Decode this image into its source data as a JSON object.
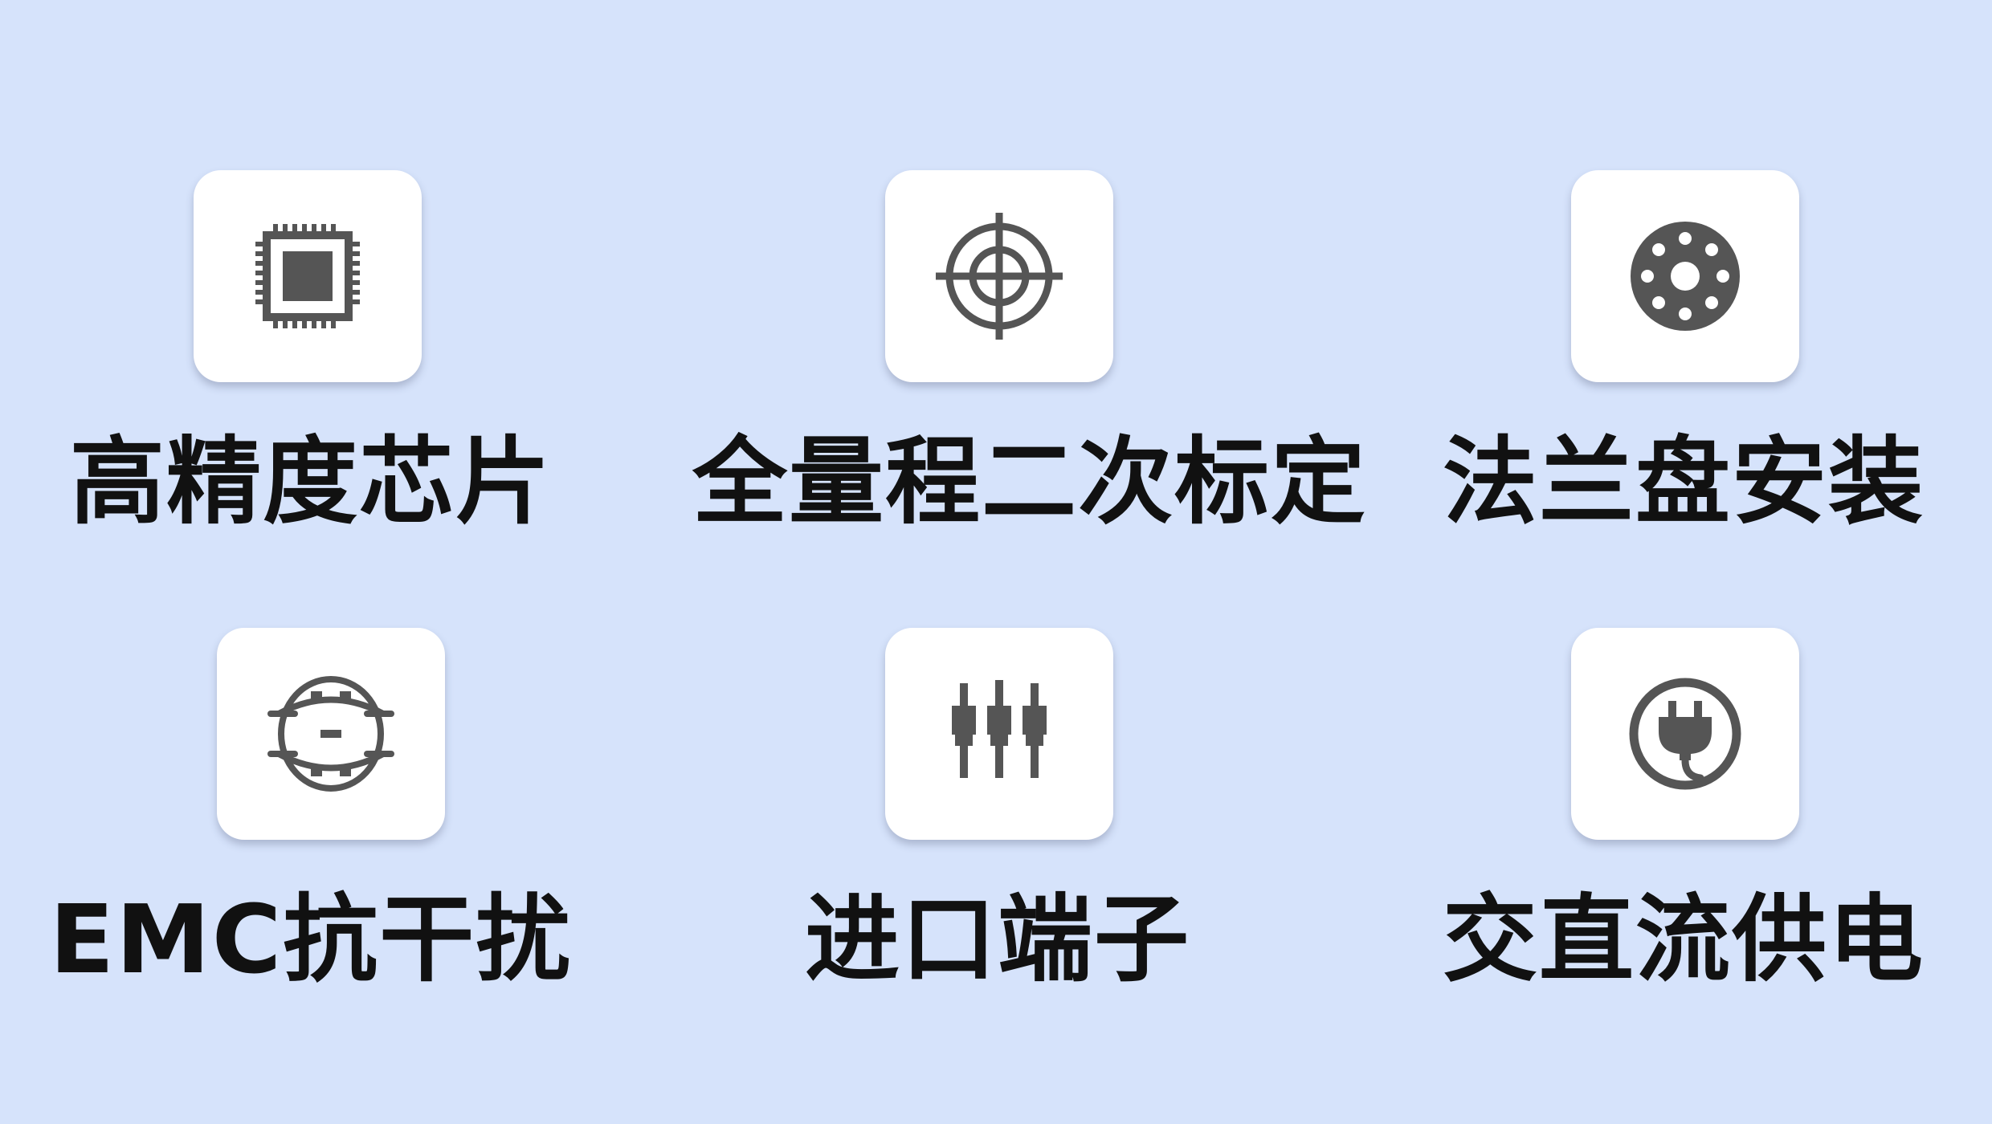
{
  "colors": {
    "background": "#d6e3fb",
    "tile": "#ffffff",
    "icon": "#555555",
    "text": "#111111"
  },
  "features": [
    {
      "label": "高精度芯片",
      "icon": "chip-icon"
    },
    {
      "label": "全量程二次标定",
      "icon": "crosshair-icon"
    },
    {
      "label": "法兰盘安装",
      "icon": "flange-icon"
    },
    {
      "label": "EMC抗干扰",
      "icon": "emc-shield-icon"
    },
    {
      "label": "进口端子",
      "icon": "terminal-icon"
    },
    {
      "label": "交直流供电",
      "icon": "power-plug-icon"
    }
  ]
}
